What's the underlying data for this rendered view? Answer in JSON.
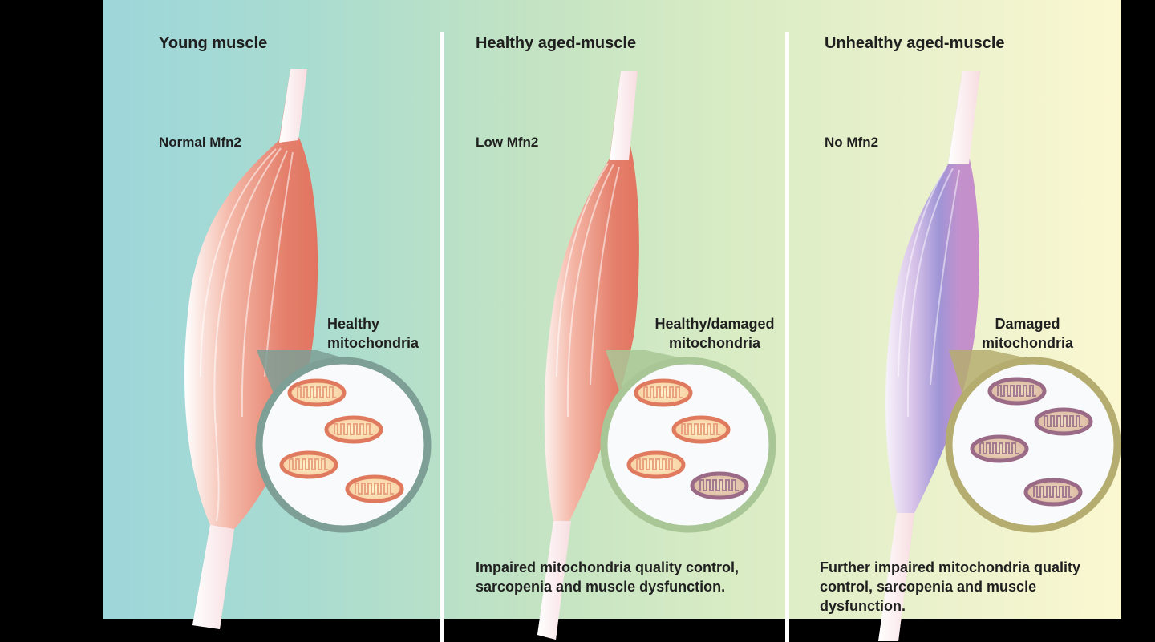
{
  "panels": [
    {
      "title": "Young muscle",
      "mfn2_level": "Normal Mfn2",
      "callout_line1": "Healthy",
      "callout_line2": "mitochondria",
      "outcome": ""
    },
    {
      "title": "Healthy aged-muscle",
      "mfn2_level": "Low Mfn2",
      "callout_line1": "Healthy/damaged",
      "callout_line2": "mitochondria",
      "outcome": "Impaired mitochondria quality control, sarcopenia and muscle dysfunction."
    },
    {
      "title": "Unhealthy aged-muscle",
      "mfn2_level": "No Mfn2",
      "callout_line1": "Damaged",
      "callout_line2": "mitochondria",
      "outcome": "Further impaired mitochondria quality control, sarcopenia and muscle dysfunction."
    }
  ],
  "colors": {
    "healthy_muscle": "#e57a68",
    "unhealthy_muscle": "#b98fcf",
    "healthy_mitochondria_outline": "#e07a5f",
    "damaged_mitochondria_outline": "#9a6a86",
    "zoom_ring_young": "#7e9f95",
    "zoom_ring_aged": "#a9c796",
    "zoom_ring_unhealthy": "#b5ad70"
  }
}
